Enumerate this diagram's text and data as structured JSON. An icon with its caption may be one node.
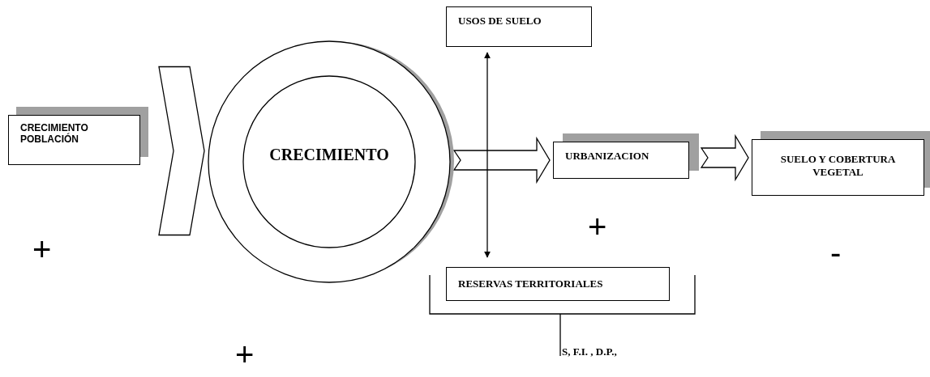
{
  "diagram": {
    "nodes": [
      {
        "text": [
          "CRECIMIENTO POBLACIÓN"
        ]
      },
      {
        "text": [
          "CRECIMIENTO"
        ]
      },
      {
        "text": [
          "USOS DE SUELO"
        ]
      },
      {
        "text": [
          "RESERVAS TERRITORIALES"
        ]
      },
      {
        "text": [
          "URBANIZACION"
        ]
      },
      {
        "text": [
          "SUELO Y COBERTURA VEGETAL"
        ]
      }
    ],
    "edges": [
      {
        "from": 0,
        "to": 1,
        "arrow": "to"
      },
      {
        "from": 1,
        "to": 4,
        "arrow": "to"
      },
      {
        "from": 4,
        "to": 5,
        "arrow": "to"
      },
      {
        "from": 2,
        "to": 3,
        "arrow": "both"
      }
    ],
    "labels": [
      "+",
      "+",
      "-",
      "+",
      "S, F.I. , D.P.,"
    ]
  }
}
